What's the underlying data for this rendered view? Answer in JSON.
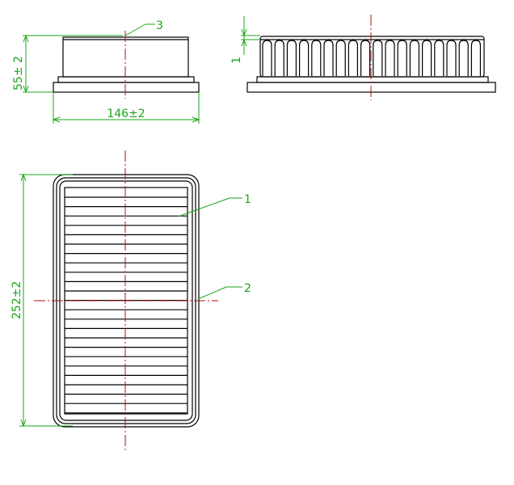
{
  "dimensions": {
    "width_label": "146±2",
    "height_label": "55± 2",
    "length_label": "252±2",
    "offset_label": "1"
  },
  "callouts": {
    "part1": "1",
    "part2": "2",
    "part3": "3"
  },
  "colors": {
    "outline": "#000000",
    "dimension": "#1aa51a",
    "centerline": "#b01010"
  }
}
